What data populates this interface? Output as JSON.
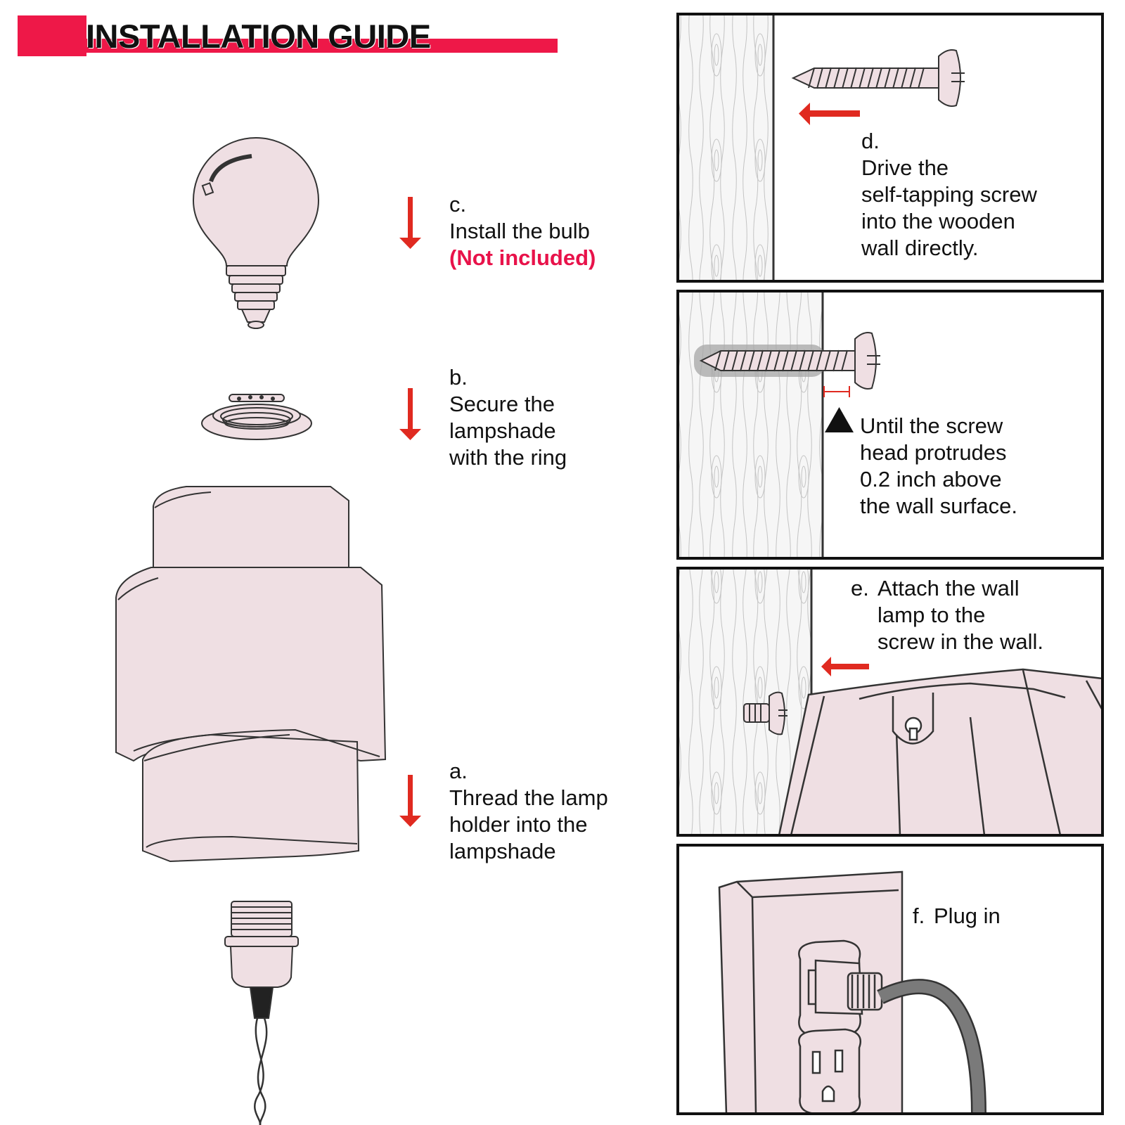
{
  "title": "INSTALLATION GUIDE",
  "colors": {
    "accent": "#ee1848",
    "arrow": "#e02a20",
    "part_fill": "#efdfe3",
    "outline": "#333333"
  },
  "steps": {
    "c": {
      "letter": "c.",
      "text": "Install the bulb",
      "note": "(Not included)"
    },
    "b": {
      "letter": "b.",
      "text": "Secure the\nlampshade\nwith the ring"
    },
    "a": {
      "letter": "a.",
      "text": "Thread the lamp\nholder into the\nlampshade"
    },
    "d": {
      "letter": "d.",
      "text": "Drive the\nself-tapping screw\ninto the wooden\nwall directly."
    },
    "d2": {
      "text": "Until the screw\nhead protrudes\n0.2 inch above\nthe wall surface."
    },
    "e": {
      "letter": "e.",
      "text": "Attach the wall\nlamp to the\nscrew in the wall."
    },
    "f": {
      "letter": "f.",
      "text": "Plug in"
    }
  },
  "icons": [
    "arrow-down-icon",
    "arrow-left-icon",
    "warning-triangle-icon"
  ]
}
